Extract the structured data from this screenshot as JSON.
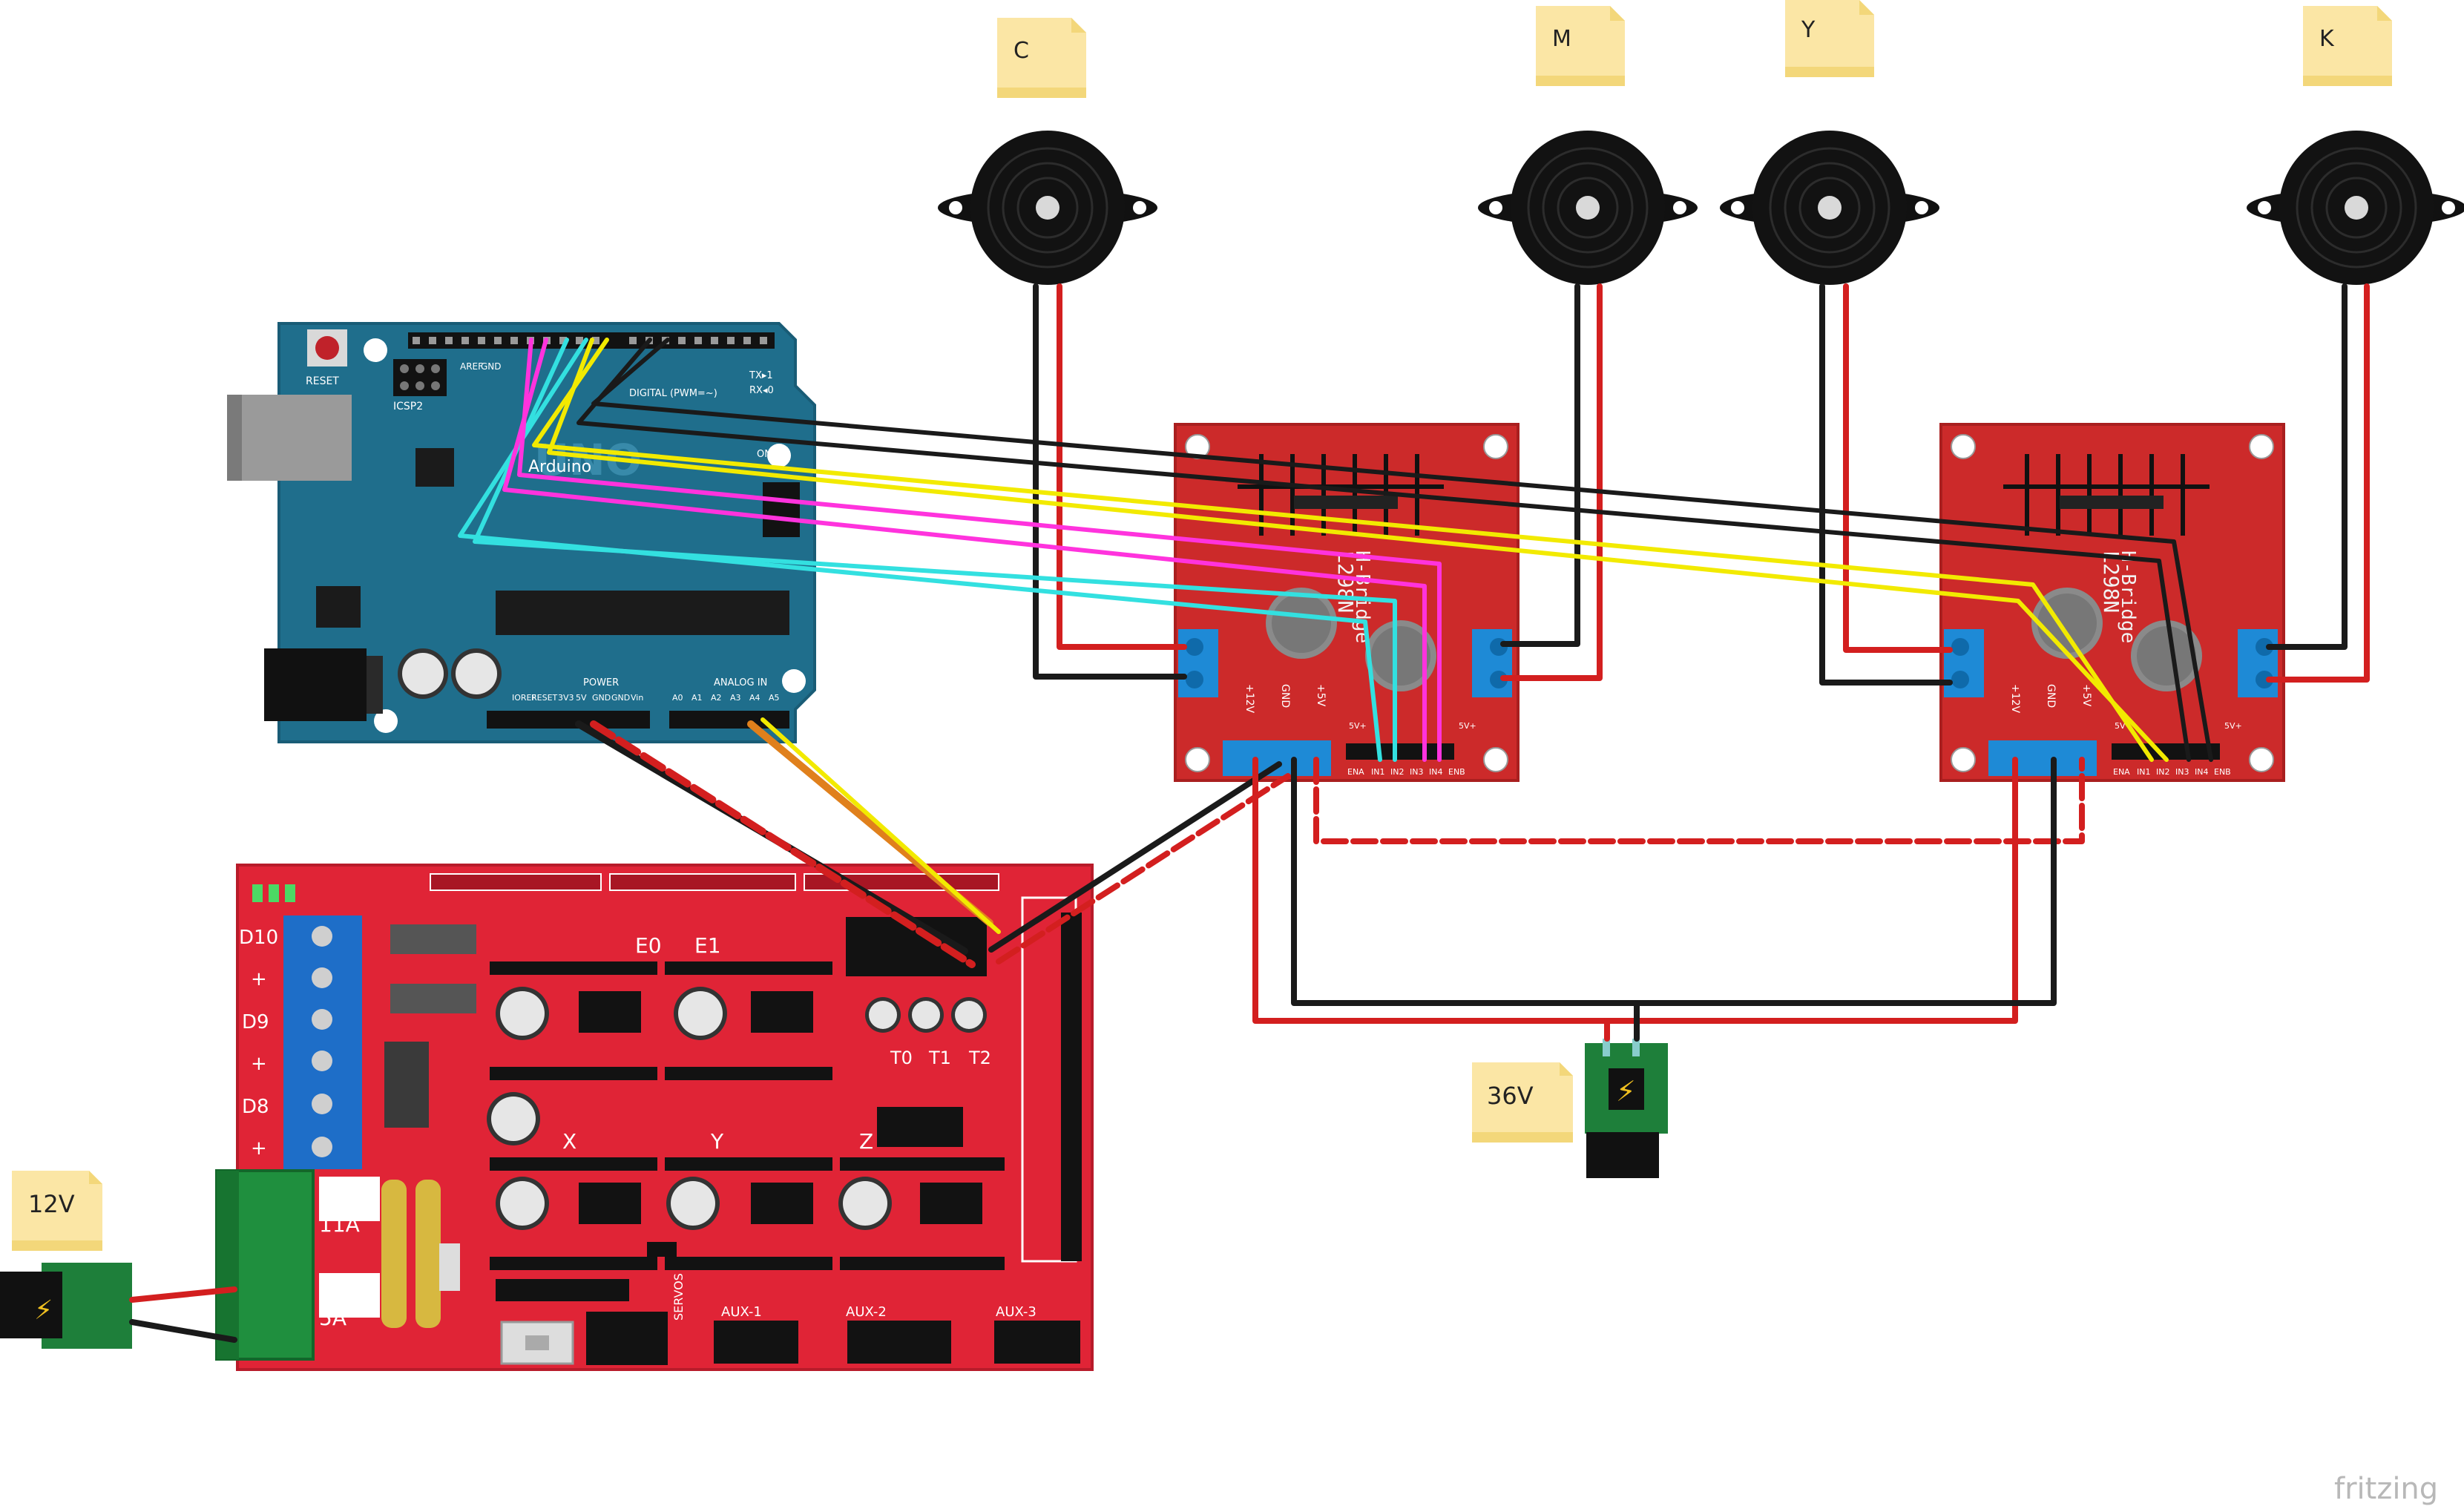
{
  "notes": {
    "c": "C",
    "m": "M",
    "y": "Y",
    "k": "K",
    "v36": "36V",
    "v12": "12V"
  },
  "arduino": {
    "reset_label": "RESET",
    "icsp_label": "ICSP2",
    "aref": "AREF",
    "gnd": "GND",
    "digital_label": "DIGITAL (PWM=~)",
    "tx": "TX▸1",
    "rx": "RX◂0",
    "logo_text": "UNO",
    "brand_text": "Arduino",
    "on_label": "ON",
    "power_label": "POWER",
    "analog_label": "ANALOG IN",
    "power_pins": [
      "IOREF",
      "RESET",
      "3V3",
      "5V",
      "GND",
      "GND",
      "Vin"
    ],
    "analog_pins": [
      "A0",
      "A1",
      "A2",
      "A3",
      "A4",
      "A5"
    ]
  },
  "hbridge": {
    "chip_text": "L298N",
    "sub_text": "H-Bridge",
    "power_labels": [
      "+12V",
      "GND",
      "+5V"
    ],
    "pin_labels": [
      "ENA",
      "IN1",
      "IN2",
      "IN3",
      "IN4",
      "ENB"
    ],
    "jumper_label": "5V+"
  },
  "ramps": {
    "left_labels": [
      "D10",
      "+",
      "D9",
      "+",
      "D8",
      "+"
    ],
    "heater_labels": [
      "E0",
      "E1"
    ],
    "axis_labels": [
      "X",
      "Y",
      "Z"
    ],
    "thermistor_labels": [
      "T0",
      "T1",
      "T2"
    ],
    "fuse_labels": [
      "11A",
      "5A"
    ],
    "aux_labels": [
      "AUX-1",
      "AUX-2",
      "AUX-3"
    ],
    "servos_label": "SERVOS"
  },
  "watermark": "fritzing",
  "colors": {
    "arduino": "#1f6e8c",
    "arduino_dark": "#195c76",
    "hbridge": "#cc2a2a",
    "ramps": "#e02436",
    "wire_black": "#1a1a1a",
    "wire_red": "#d31f1f",
    "wire_yellow": "#f2ea00",
    "wire_magenta": "#ff33dd",
    "wire_cyan": "#33e0e0",
    "wire_orange": "#e0801c",
    "note": "#fbe6a5"
  }
}
